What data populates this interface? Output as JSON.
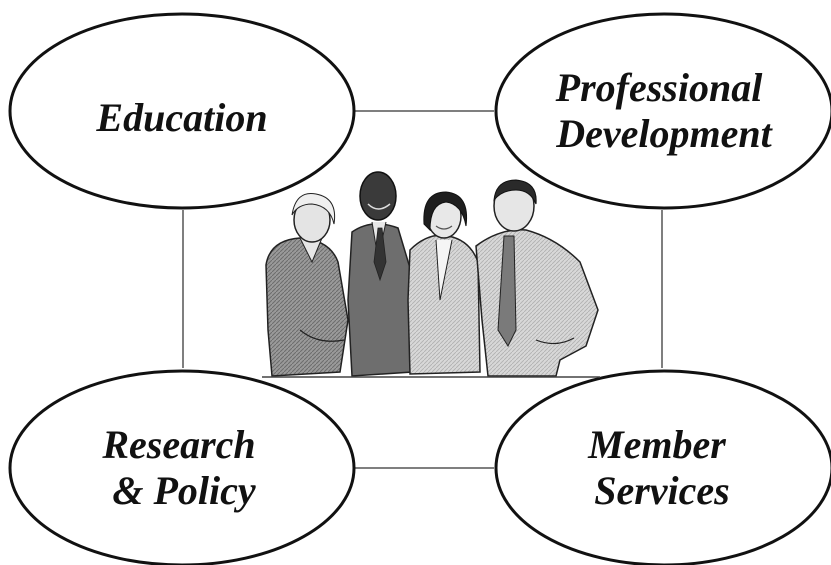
{
  "diagram": {
    "nodes": [
      {
        "id": "education",
        "lines": [
          "Education"
        ]
      },
      {
        "id": "professional-development",
        "lines": [
          "Professional",
          "Development"
        ]
      },
      {
        "id": "research-policy",
        "lines": [
          "Research",
          "& Policy"
        ]
      },
      {
        "id": "member-services",
        "lines": [
          "Member",
          "Services"
        ]
      }
    ],
    "center_image": "people-group-clipart",
    "colors": {
      "stroke": "#111111",
      "connector": "#555555",
      "background": "#ffffff"
    }
  }
}
